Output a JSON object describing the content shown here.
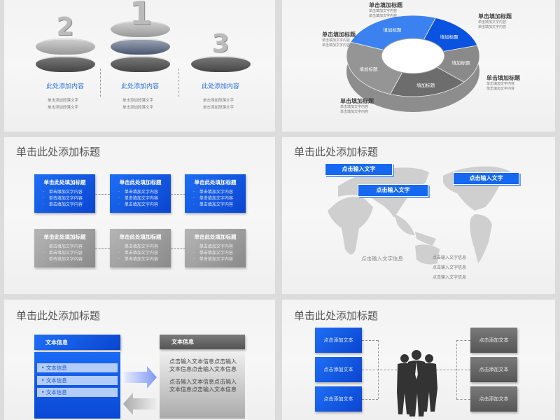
{
  "slides": {
    "podium": {
      "columns": [
        {
          "rank": "2",
          "heading": "此处添加内容",
          "bullets": [
            "单击添加段落文字",
            "单击添加段落文字"
          ]
        },
        {
          "rank": "1",
          "heading": "此处添加内容",
          "bullets": [
            "单击添加段落文字",
            "单击添加段落文字"
          ]
        },
        {
          "rank": "3",
          "heading": "此处添加内容",
          "bullets": [
            "单击添加段落文字",
            "单击添加段落文字"
          ]
        }
      ]
    },
    "donut": {
      "segment_label": "填加标题",
      "callouts": [
        {
          "title": "单击填加标题",
          "lines": [
            "单击填加文字内容",
            "单击填加文字内容"
          ]
        },
        {
          "title": "单击填加标题",
          "lines": [
            "单击填加文字内容",
            "单击填加文字内容"
          ]
        },
        {
          "title": "单击填加标题",
          "lines": [
            "单击填加文字内容",
            "单击填加文字内容"
          ]
        },
        {
          "title": "单击填加标题",
          "lines": [
            "单击填加文字内容",
            "单击填加文字内容"
          ]
        },
        {
          "title": "单击填加标题",
          "lines": [
            "单击填加文字内容",
            "单击填加文字内容"
          ]
        }
      ],
      "colors": {
        "blue": "#0a52e0",
        "light_blue": "#3b82f0",
        "grey": "#8a8a8a"
      }
    },
    "process": {
      "title": "单击此处添加标题",
      "box_title": "单击此处填加标题",
      "box_items": [
        "单击填加文字内容",
        "单击填加文字内容",
        "单击填加文字内容"
      ]
    },
    "map": {
      "title": "单击此处添加标题",
      "callouts": [
        "点击输入文字",
        "点击输入文字",
        "点击输入文字"
      ],
      "info_main": "点击输入文字信息",
      "info_list": [
        "点击输入文字信息",
        "点击输入文字信息",
        "点击输入文字信息"
      ]
    },
    "compare": {
      "title": "单击此处添加标题",
      "left_header": "文本信息",
      "left_items": [
        "文本信息",
        "文本信息",
        "文本信息"
      ],
      "right_header": "文本信息",
      "right_paragraphs": [
        "点击输入文本信息点击输入文本信息点击输入文本信息",
        "点击输入文本信息点击输入文本信息点击输入文本信息"
      ]
    },
    "team": {
      "title": "单击此处添加标题",
      "left_boxes": [
        "点击添加文本",
        "点击添加文本",
        "点击添加文本"
      ],
      "right_boxes": [
        "点击添加文本",
        "点击添加文本",
        "点击添加文本"
      ]
    }
  }
}
